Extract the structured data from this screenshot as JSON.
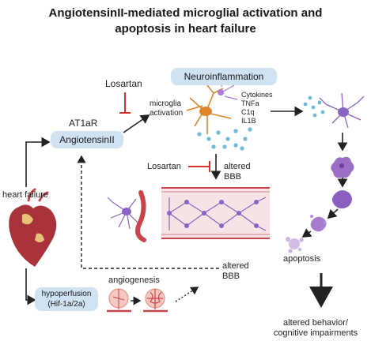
{
  "title": {
    "line1": "AngiotensinII-mediated microglial activation and",
    "line2": "apoptosis in heart failure"
  },
  "labels": {
    "losartan_top": "Losartan",
    "at1ar": "AT1aR",
    "angiotensin": "AngiotensinII",
    "microglia_activation": "microglia\nactivation",
    "neuroinflammation": "Neuroinflammation",
    "cytokines": [
      "Cytokines",
      "TNFa",
      "C1q",
      "IL1B"
    ],
    "losartan_mid": "Losartan",
    "altered_bbb_top": "altered\nBBB",
    "heart_failure": "heart failure",
    "hypoperfusion": "hypoperfusion\n(Hif-1a/2a)",
    "angiogenesis": "angiogenesis",
    "altered_bbb_bottom": "altered\nBBB",
    "apoptosis": "apoptosis",
    "outcome": "altered behavior/\ncognitive impairments"
  },
  "colors": {
    "pill": "#cfe3f3",
    "inhibit": "#d9322c",
    "microglia": "#9b6fc6",
    "vessel": "#c9434a",
    "apoptotic": "#8b5fbf"
  }
}
